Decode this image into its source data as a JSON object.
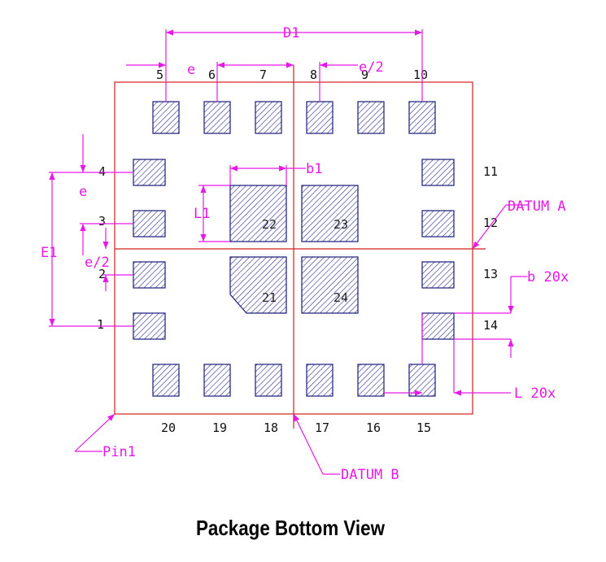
{
  "title": "Package Bottom View",
  "colors": {
    "outline": "#d21e1e",
    "pad_fill": "#3a3a9c",
    "pad_edge": "#1c1c7a",
    "dimension": "#e619e6",
    "text": "#111111"
  },
  "pins": {
    "top": [
      "5",
      "6",
      "7",
      "8",
      "9",
      "10"
    ],
    "right": [
      "11",
      "12",
      "13",
      "14"
    ],
    "bottom": [
      "20",
      "19",
      "18",
      "17",
      "16",
      "15"
    ],
    "left": [
      "4",
      "3",
      "2",
      "1"
    ]
  },
  "thermal_pads": [
    "22",
    "23",
    "21",
    "24"
  ],
  "dimensions": {
    "d1": "D1",
    "e1": "E1",
    "pitch": "e",
    "half_pitch": "e/2",
    "b1": "b1",
    "l1": "L1",
    "b": "b 20x",
    "l": "L 20x",
    "datum_a": "DATUM A",
    "datum_b": "DATUM B",
    "pin1": "Pin1"
  }
}
